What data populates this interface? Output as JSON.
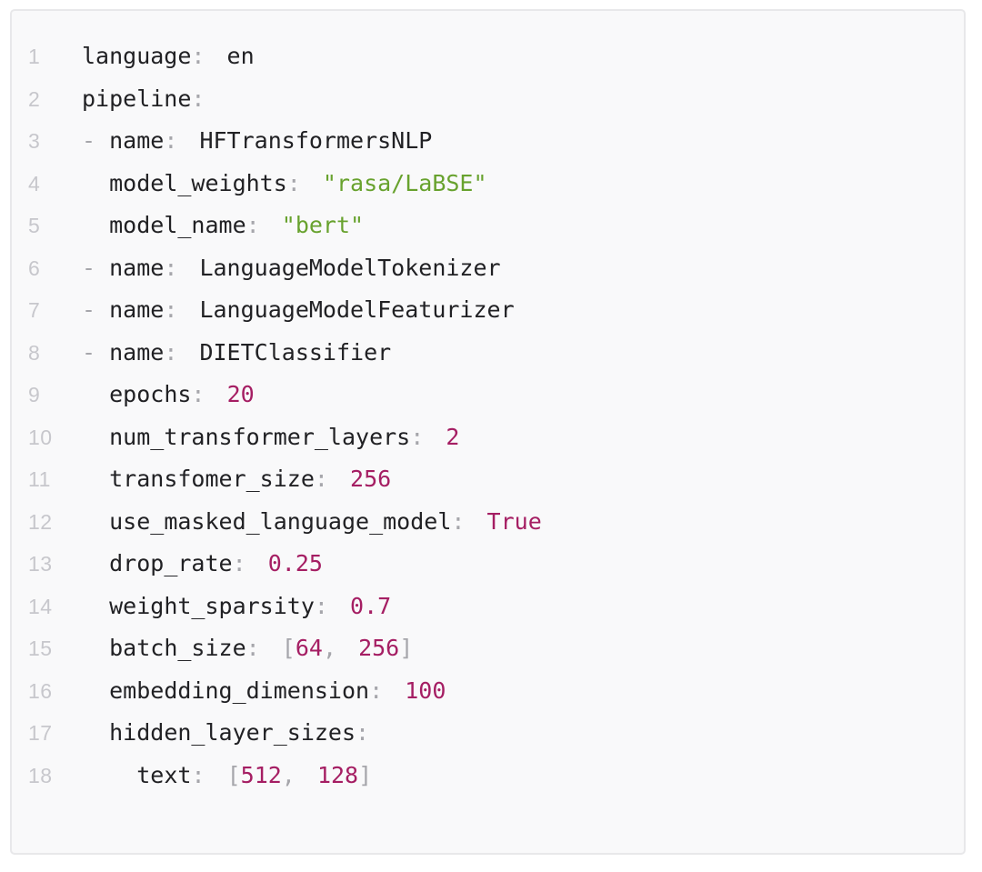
{
  "colors": {
    "page_background": "#ffffff",
    "card_background": "#f9f9fa",
    "card_border": "#e8e8ea",
    "line_number": "#c7c7cc",
    "code_text": "#212124",
    "punctuation": "#a6a6ab",
    "string": "#68a22e",
    "number": "#a51e63",
    "boolean": "#a51e63"
  },
  "code_block": {
    "language": "yaml",
    "line_count": 18,
    "plain_text": "language: en\npipeline:\n- name: HFTransformersNLP\n  model_weights: \"rasa/LaBSE\"\n  model_name: \"bert\"\n- name: LanguageModelTokenizer\n- name: LanguageModelFeaturizer\n- name: DIETClassifier\n  epochs: 20\n  num_transformer_layers: 2\n  transfomer_size: 256\n  use_masked_language_model: True\n  drop_rate: 0.25\n  weight_sparsity: 0.7\n  batch_size: [64, 256]\n  embedding_dimension: 100\n  hidden_layer_sizes:\n    text: [512, 128]",
    "lines": [
      {
        "n": "1",
        "tokens": [
          [
            "key",
            "language"
          ],
          [
            "colon",
            ":"
          ],
          [
            "plain",
            " en"
          ]
        ]
      },
      {
        "n": "2",
        "tokens": [
          [
            "key",
            "pipeline"
          ],
          [
            "colon",
            ":"
          ]
        ]
      },
      {
        "n": "3",
        "tokens": [
          [
            "punct",
            "- "
          ],
          [
            "key",
            "name"
          ],
          [
            "colon",
            ":"
          ],
          [
            "plain",
            " HFTransformersNLP"
          ]
        ]
      },
      {
        "n": "4",
        "tokens": [
          [
            "plain",
            "  "
          ],
          [
            "key",
            "model_weights"
          ],
          [
            "colon",
            ":"
          ],
          [
            "plain",
            " "
          ],
          [
            "string",
            "\"rasa/LaBSE\""
          ]
        ]
      },
      {
        "n": "5",
        "tokens": [
          [
            "plain",
            "  "
          ],
          [
            "key",
            "model_name"
          ],
          [
            "colon",
            ":"
          ],
          [
            "plain",
            " "
          ],
          [
            "string",
            "\"bert\""
          ]
        ]
      },
      {
        "n": "6",
        "tokens": [
          [
            "punct",
            "- "
          ],
          [
            "key",
            "name"
          ],
          [
            "colon",
            ":"
          ],
          [
            "plain",
            " LanguageModelTokenizer"
          ]
        ]
      },
      {
        "n": "7",
        "tokens": [
          [
            "punct",
            "- "
          ],
          [
            "key",
            "name"
          ],
          [
            "colon",
            ":"
          ],
          [
            "plain",
            " LanguageModelFeaturizer"
          ]
        ]
      },
      {
        "n": "8",
        "tokens": [
          [
            "punct",
            "- "
          ],
          [
            "key",
            "name"
          ],
          [
            "colon",
            ":"
          ],
          [
            "plain",
            " DIETClassifier"
          ]
        ]
      },
      {
        "n": "9",
        "tokens": [
          [
            "plain",
            "  "
          ],
          [
            "key",
            "epochs"
          ],
          [
            "colon",
            ":"
          ],
          [
            "plain",
            " "
          ],
          [
            "number",
            "20"
          ]
        ]
      },
      {
        "n": "10",
        "tokens": [
          [
            "plain",
            "  "
          ],
          [
            "key",
            "num_transformer_layers"
          ],
          [
            "colon",
            ":"
          ],
          [
            "plain",
            " "
          ],
          [
            "number",
            "2"
          ]
        ]
      },
      {
        "n": "11",
        "tokens": [
          [
            "plain",
            "  "
          ],
          [
            "key",
            "transfomer_size"
          ],
          [
            "colon",
            ":"
          ],
          [
            "plain",
            " "
          ],
          [
            "number",
            "256"
          ]
        ]
      },
      {
        "n": "12",
        "tokens": [
          [
            "plain",
            "  "
          ],
          [
            "key",
            "use_masked_language_model"
          ],
          [
            "colon",
            ":"
          ],
          [
            "plain",
            " "
          ],
          [
            "bool",
            "True"
          ]
        ]
      },
      {
        "n": "13",
        "tokens": [
          [
            "plain",
            "  "
          ],
          [
            "key",
            "drop_rate"
          ],
          [
            "colon",
            ":"
          ],
          [
            "plain",
            " "
          ],
          [
            "number",
            "0.25"
          ]
        ]
      },
      {
        "n": "14",
        "tokens": [
          [
            "plain",
            "  "
          ],
          [
            "key",
            "weight_sparsity"
          ],
          [
            "colon",
            ":"
          ],
          [
            "plain",
            " "
          ],
          [
            "number",
            "0.7"
          ]
        ]
      },
      {
        "n": "15",
        "tokens": [
          [
            "plain",
            "  "
          ],
          [
            "key",
            "batch_size"
          ],
          [
            "colon",
            ":"
          ],
          [
            "plain",
            " "
          ],
          [
            "punct",
            "["
          ],
          [
            "number",
            "64"
          ],
          [
            "comma",
            ","
          ],
          [
            "plain",
            " "
          ],
          [
            "number",
            "256"
          ],
          [
            "punct",
            "]"
          ]
        ]
      },
      {
        "n": "16",
        "tokens": [
          [
            "plain",
            "  "
          ],
          [
            "key",
            "embedding_dimension"
          ],
          [
            "colon",
            ":"
          ],
          [
            "plain",
            " "
          ],
          [
            "number",
            "100"
          ]
        ]
      },
      {
        "n": "17",
        "tokens": [
          [
            "plain",
            "  "
          ],
          [
            "key",
            "hidden_layer_sizes"
          ],
          [
            "colon",
            ":"
          ]
        ]
      },
      {
        "n": "18",
        "tokens": [
          [
            "plain",
            "    "
          ],
          [
            "key",
            "text"
          ],
          [
            "colon",
            ":"
          ],
          [
            "plain",
            " "
          ],
          [
            "punct",
            "["
          ],
          [
            "number",
            "512"
          ],
          [
            "comma",
            ","
          ],
          [
            "plain",
            " "
          ],
          [
            "number",
            "128"
          ],
          [
            "punct",
            "]"
          ]
        ]
      }
    ]
  }
}
